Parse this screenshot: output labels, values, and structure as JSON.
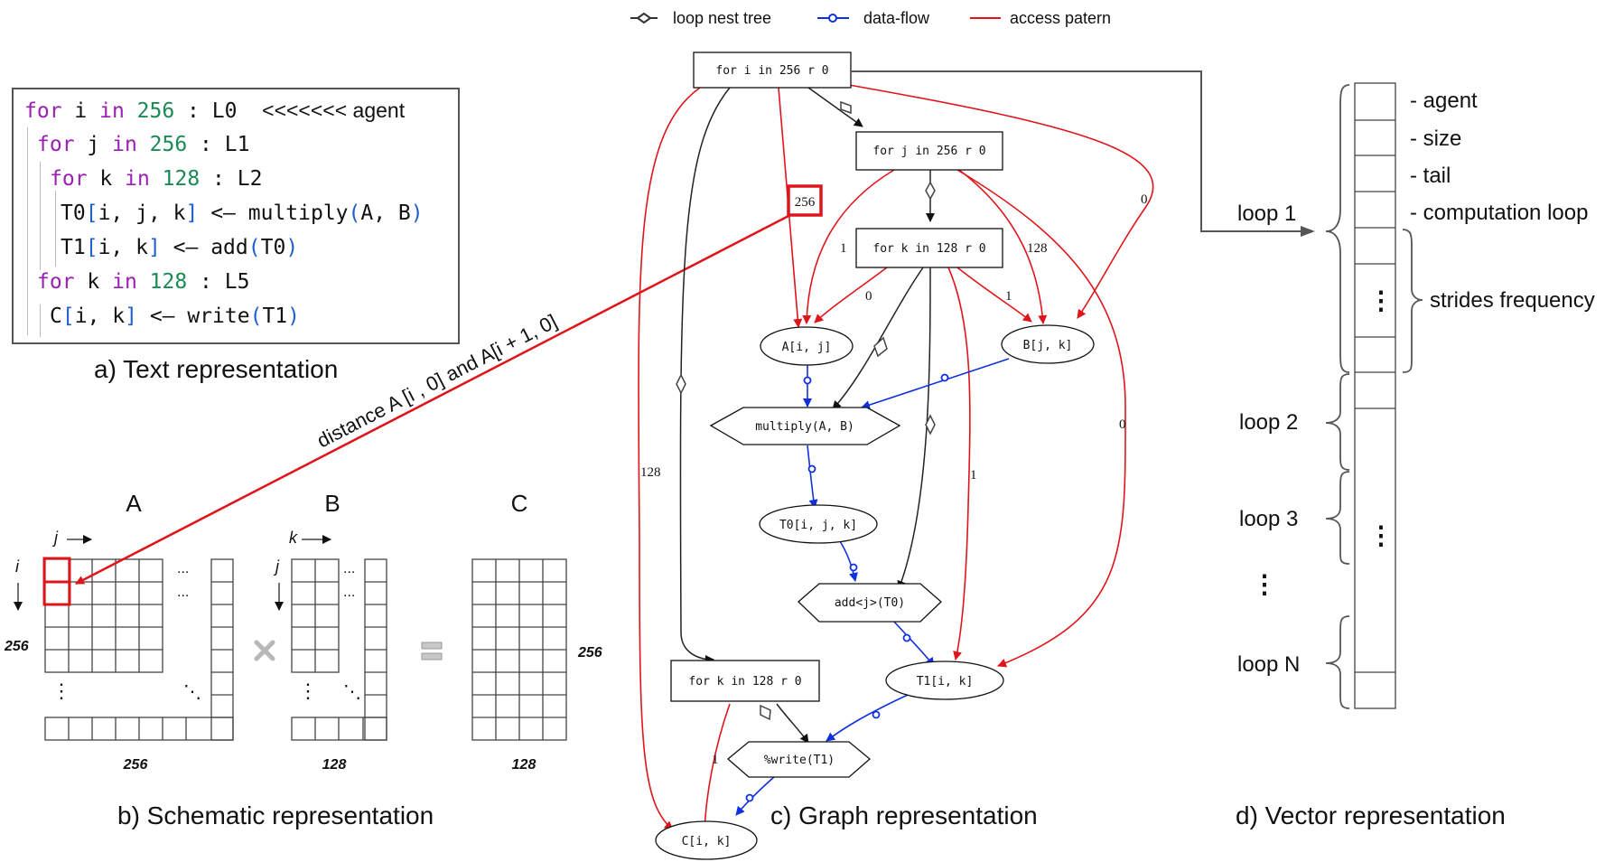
{
  "legend": {
    "tree": "loop nest tree",
    "dataflow": "data-flow",
    "access": "access patern"
  },
  "code": {
    "l1": {
      "kw1": "for",
      "v": " i ",
      "kw2": "in",
      "sp": " ",
      "n": "256",
      "rest": " : L0  ",
      "agent": "<<<<<<< agent"
    },
    "l2": {
      "kw1": "for",
      "v": " j ",
      "kw2": "in",
      "sp": " ",
      "n": "256",
      "rest": " : L1"
    },
    "l3": {
      "kw1": "for",
      "v": " k ",
      "kw2": "in",
      "sp": " ",
      "n": "128",
      "rest": " : L2"
    },
    "l4": {
      "a": "T0",
      "b1": "[",
      "c": "i, j, k",
      "b2": "]",
      "d": " <– multiply",
      "p1": "(",
      "e": "A, B",
      "p2": ")"
    },
    "l5": {
      "a": "T1",
      "b1": "[",
      "c": "i, k",
      "b2": "]",
      "d": " <– add",
      "p1": "(",
      "e": "T0",
      "p2": ")"
    },
    "l6": {
      "kw1": "for",
      "v": " k ",
      "kw2": "in",
      "sp": " ",
      "n": "128",
      "rest": " : L5"
    },
    "l7": {
      "a": "C",
      "b1": "[",
      "c": "i, k",
      "b2": "]",
      "d": " <– write",
      "p1": "(",
      "e": "T1",
      "p2": ")"
    }
  },
  "captions": {
    "a": "a)  Text representation",
    "b": "b) Schematic representation",
    "c": "c) Graph representation",
    "d": "d) Vector representation"
  },
  "distance_label": "distance A [i , 0] and A[i + 1, 0]",
  "schematic": {
    "A": "A",
    "B": "B",
    "C": "C",
    "j": "j",
    "k": "k",
    "i1": "i",
    "j2": "j",
    "rows_a": "256",
    "rows_c": "256",
    "cols_a": "256",
    "cols_b": "128",
    "cols_c": "128",
    "ellipsis": "...",
    "vdots": "⋮",
    "ddots": "⋱"
  },
  "graph": {
    "n_i": "for i in 256 r 0",
    "n_j": "for j in 256 r 0",
    "n_k": "for k in 128 r 0",
    "n_k2": "for k in 128 r 0",
    "n_aij": "A[i, j]",
    "n_bjk": "B[j, k]",
    "n_mul": "multiply(A, B)",
    "n_t0": "T0[i, j, k]",
    "n_add": "add<j>(T0)",
    "n_t1": "T1[i, k]",
    "n_write": "%write(T1)",
    "n_cik": "C[i, k]",
    "e_256": "256",
    "e_0_top": "0",
    "e_1": "1",
    "e_128": "128",
    "e_0_a": "0",
    "e_1_b": "1",
    "e_128_left": "128",
    "e_1_t1": "1",
    "e_0_right": "0",
    "e_1_c": "1"
  },
  "vector": {
    "agent": "- agent",
    "size": "- size",
    "tail": "- tail",
    "comp": "- computation loop",
    "strides": "strides frequency",
    "loop1": "loop 1",
    "loop2": "loop 2",
    "loop3": "loop 3",
    "loopN": "loop N",
    "vdots": "⋮"
  },
  "colors": {
    "tree": "#333333",
    "dataflow": "#1030e0",
    "access": "#e0151b",
    "highlight": "#e0151b"
  }
}
